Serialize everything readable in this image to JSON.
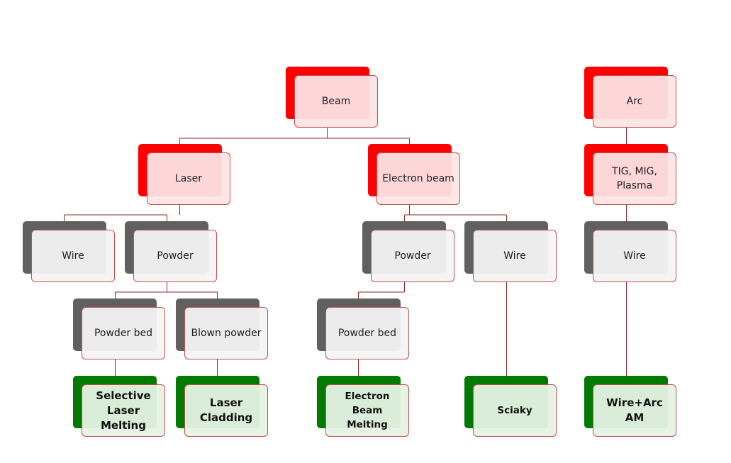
{
  "nodes": {
    "beam": "Beam",
    "arc": "Arc",
    "laser": "Laser",
    "electron_beam": "Electron beam",
    "tig_mig_plasma": "TIG, MIG,\nPlasma",
    "laser_wire": "Wire",
    "laser_powder": "Powder",
    "eb_powder": "Powder",
    "eb_wire": "Wire",
    "arc_wire": "Wire",
    "powder_bed": "Powder bed",
    "blown_powder": "Blown powder",
    "eb_powder_bed": "Powder bed",
    "slm": "Selective\nLaser Melting",
    "laser_cladding": "Laser\nCladding",
    "ebm": "Electron Beam\nMelting",
    "sciaky": "Sciaky",
    "wire_arc_am": "Wire+Arc AM"
  },
  "colors": {
    "level_category": "#ff0000",
    "feedstock": "#606060",
    "process": "#007a00",
    "connector": "#8b2a2a"
  }
}
